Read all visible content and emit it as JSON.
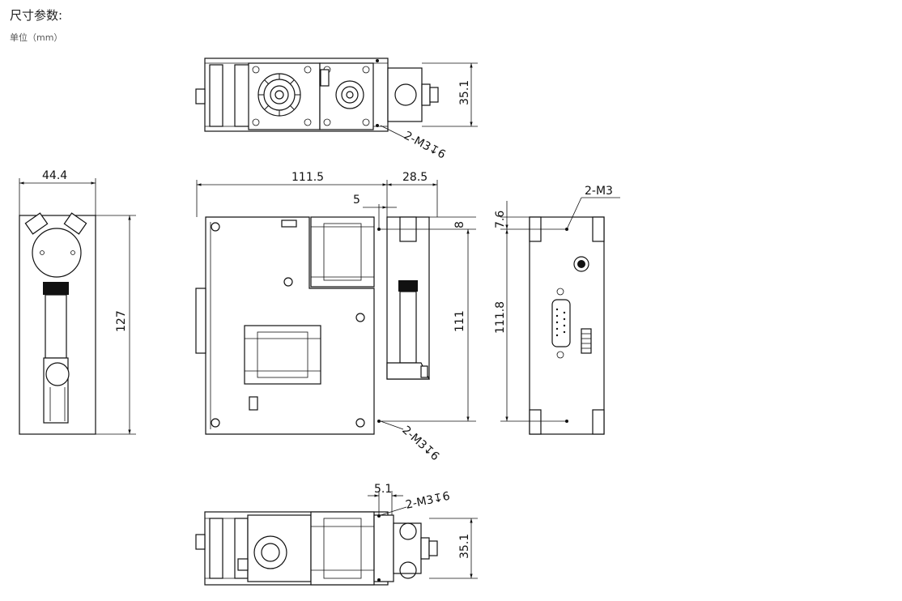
{
  "header": {
    "title": "尺寸参数:",
    "unit": "单位（mm）"
  },
  "dimensions": {
    "top_view_height": "35.1",
    "top_view_hole_note": "2-M3↧6",
    "side_width": "44.4",
    "side_height": "127",
    "front_width": "111.5",
    "front_ext_width": "28.5",
    "front_offset": "5",
    "front_offset_v": "8",
    "front_height": "111",
    "front_hole_note": "2-M3↧6",
    "rear_thread_note": "2-M3",
    "rear_offset": "7.6",
    "rear_height": "111.8",
    "bottom_offset": "5.1",
    "bottom_hole_note": "2-M3↧6",
    "bottom_view_height": "35.1"
  }
}
